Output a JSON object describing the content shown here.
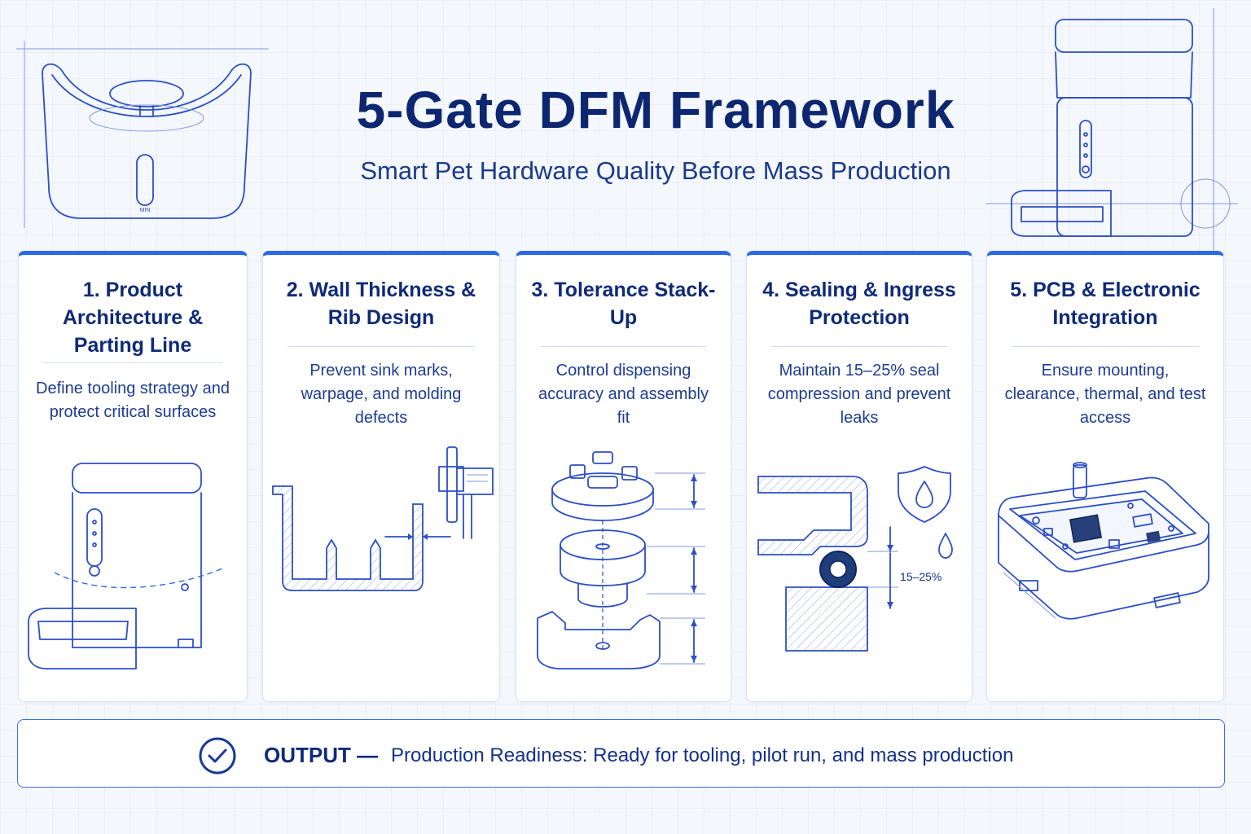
{
  "header": {
    "title": "5-Gate DFM Framework",
    "subtitle": "Smart Pet Hardware Quality Before Mass Production"
  },
  "hero": {
    "left_label": "MIN"
  },
  "gates": [
    {
      "title": "1. Product Architecture & Parting Line",
      "description": "Define tooling strategy and protect critical surfaces",
      "icon": "pet-feeder-parting-line-icon"
    },
    {
      "title": "2. Wall Thickness & Rib Design",
      "description": "Prevent sink marks, warpage, and molding defects",
      "icon": "wall-rib-section-caliper-icon"
    },
    {
      "title": "3. Tolerance Stack-Up",
      "description": "Control dispensing accuracy and assembly fit",
      "icon": "tolerance-stack-exploded-icon"
    },
    {
      "title": "4. Sealing & Ingress Protection",
      "description": "Maintain 15–25% seal compression and prevent leaks",
      "icon": "oring-seal-shield-icon",
      "annotation": "15–25%"
    },
    {
      "title": "5. PCB & Electronic Integration",
      "description": "Ensure mounting, clearance, thermal, and test access",
      "icon": "pcb-enclosure-icon"
    }
  ],
  "output": {
    "label": "OUTPUT —",
    "text": "Production Readiness: Ready for tooling, pilot run, and mass production",
    "icon": "check-circle-icon"
  },
  "colors": {
    "accent": "#2a6ae6",
    "title": "#0d2670",
    "line": "#2b4fc4",
    "background": "#f4f7fc"
  }
}
